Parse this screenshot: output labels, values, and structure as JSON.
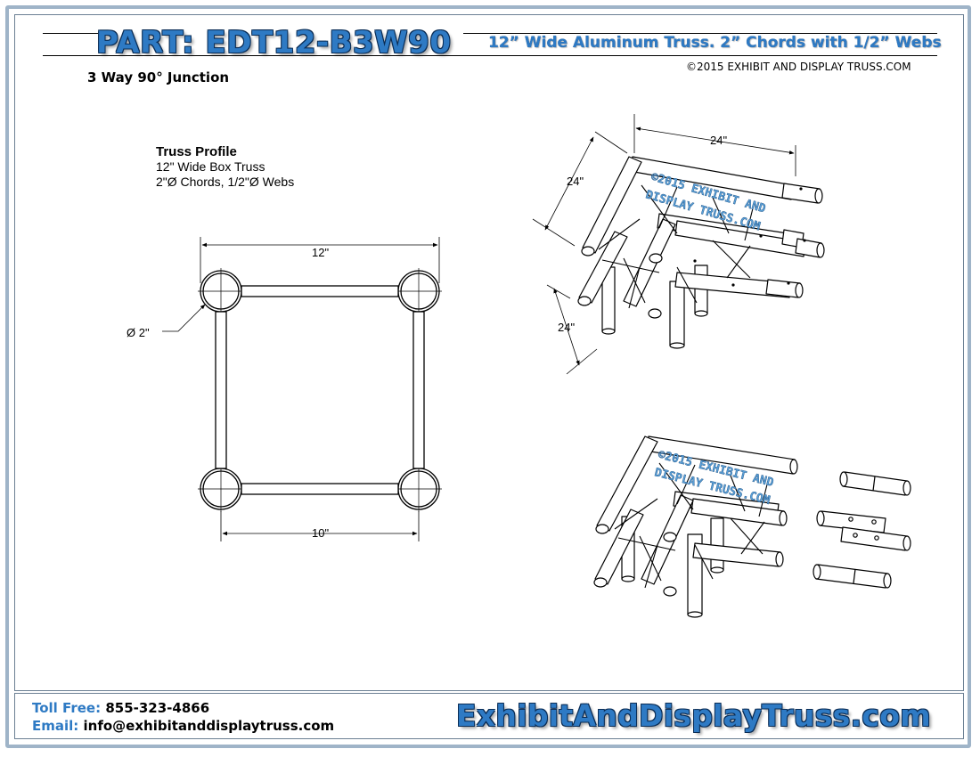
{
  "header": {
    "part": "PART: EDT12-B3W90",
    "description": "12” Wide Aluminum Truss. 2” Chords with 1/2” Webs",
    "copyright": "©2015 EXHIBIT AND DISPLAY TRUSS.COM",
    "subtitle": "3 Way 90° Junction"
  },
  "profile": {
    "heading": "Truss Profile",
    "line1": "12\" Wide Box Truss",
    "line2": "2\"Ø Chords, 1/2\"Ø Webs"
  },
  "dims": {
    "width_top": "12\"",
    "width_bottom": "10\"",
    "chord_dia": "Ø 2\"",
    "iso_top": "24\"",
    "iso_left": "24\"",
    "iso_low": "24\""
  },
  "watermark": {
    "line1": "©2015 EXHIBIT AND",
    "line2": "DISPLAY TRUSS.COM"
  },
  "footer": {
    "toll_label": "Toll Free:",
    "toll_value": "855-323-4866",
    "email_label": "Email:",
    "email_value": "info@exhibitanddisplaytruss.com",
    "site": "ExhibitAndDisplayTruss.com"
  },
  "colors": {
    "accent": "#2e7ac4",
    "frame": "#9fb4c8"
  },
  "icons": {
    "copyright": "copyright-icon"
  }
}
